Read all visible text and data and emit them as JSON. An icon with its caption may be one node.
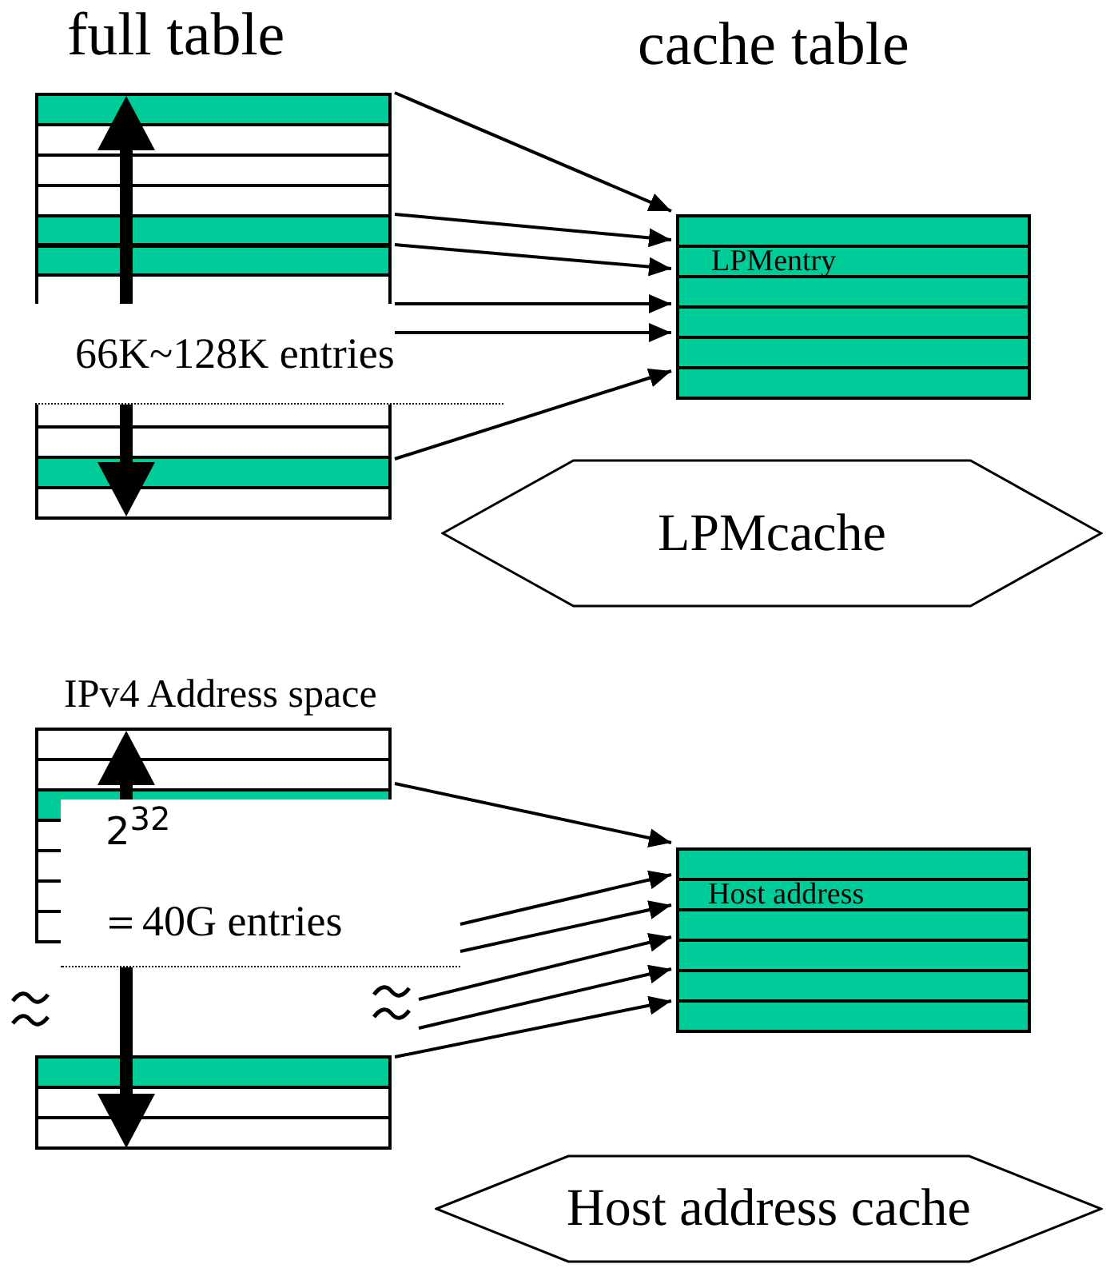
{
  "diagram": {
    "nodes": [
      {
        "text": [
          "full table"
        ]
      },
      {
        "text": [
          "cache table",
          "LPMentry"
        ]
      },
      {
        "text": [
          "LPMcache"
        ]
      },
      {
        "text": [
          "IPv4 Address space"
        ]
      },
      {
        "text": [
          "Host address"
        ]
      },
      {
        "text": [
          "Host address cache"
        ]
      }
    ],
    "edges": [
      {
        "from": 0,
        "to": 1,
        "arrow": "to"
      },
      {
        "from": 0,
        "to": 1,
        "arrow": "to"
      },
      {
        "from": 0,
        "to": 1,
        "arrow": "to"
      },
      {
        "from": 0,
        "to": 1,
        "arrow": "to"
      },
      {
        "from": 0,
        "to": 1,
        "arrow": "to"
      },
      {
        "from": 0,
        "to": 1,
        "arrow": "to"
      },
      {
        "from": 3,
        "to": 4,
        "arrow": "to"
      },
      {
        "from": 3,
        "to": 4,
        "arrow": "to"
      },
      {
        "from": 3,
        "to": 4,
        "arrow": "to"
      },
      {
        "from": 3,
        "to": 4,
        "arrow": "to"
      },
      {
        "from": 3,
        "to": 4,
        "arrow": "to"
      },
      {
        "from": 3,
        "to": 4,
        "arrow": "to"
      }
    ],
    "labels": [
      "66K~128K entries",
      "2$^{32}$",
      "＝40G  entries"
    ]
  }
}
